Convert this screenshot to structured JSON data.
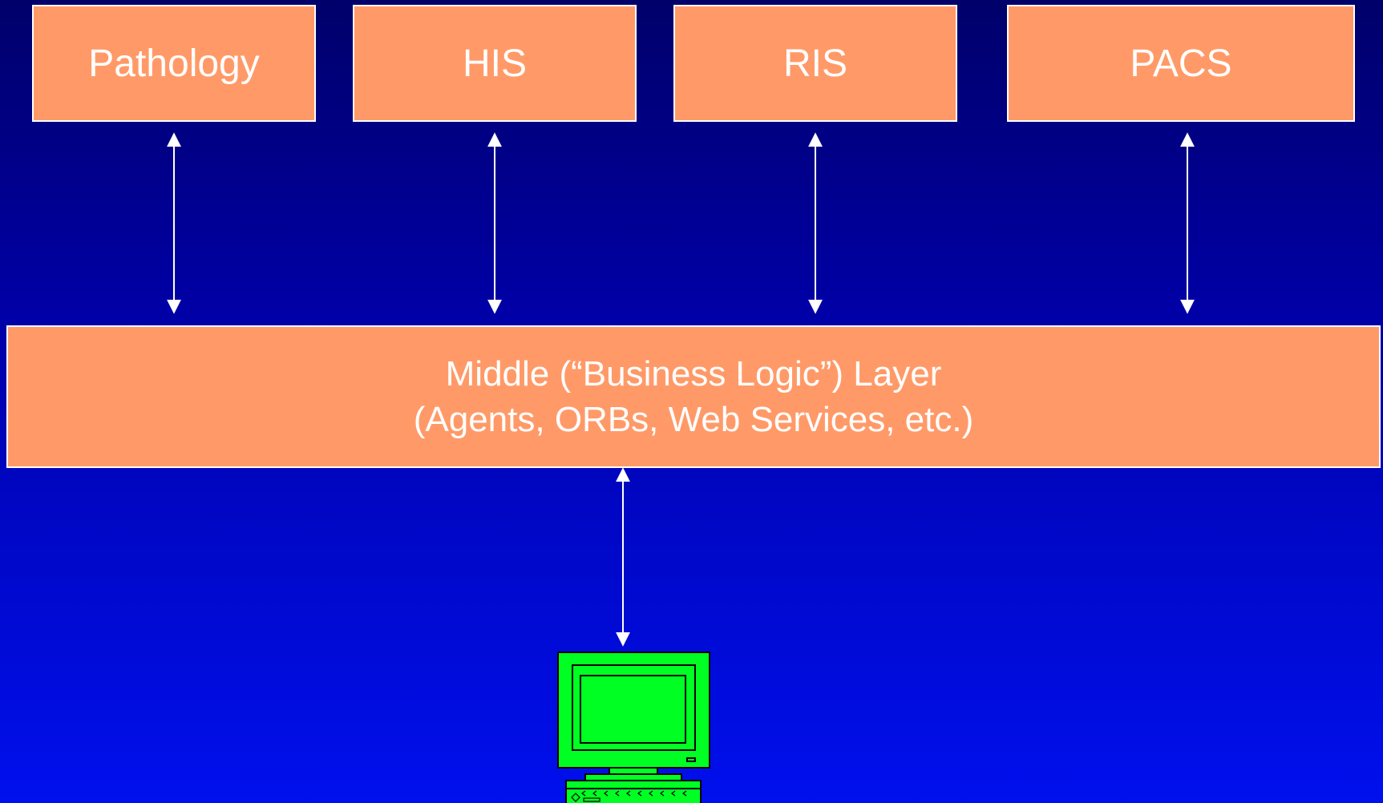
{
  "systems": [
    {
      "id": "pathology",
      "label": "Pathology"
    },
    {
      "id": "his",
      "label": "HIS"
    },
    {
      "id": "ris",
      "label": "RIS"
    },
    {
      "id": "pacs",
      "label": "PACS"
    }
  ],
  "middle_layer": {
    "line1": "Middle (“Business Logic”) Layer",
    "line2": "(Agents, ORBs, Web Services, etc.)"
  },
  "colors": {
    "background_top": "#00006a",
    "background_bottom": "#0010ee",
    "box_fill": "#ff9a68",
    "box_border": "#ffffff",
    "text": "#ffffff",
    "computer": "#00ff22"
  },
  "icons": {
    "client": "computer-icon"
  }
}
